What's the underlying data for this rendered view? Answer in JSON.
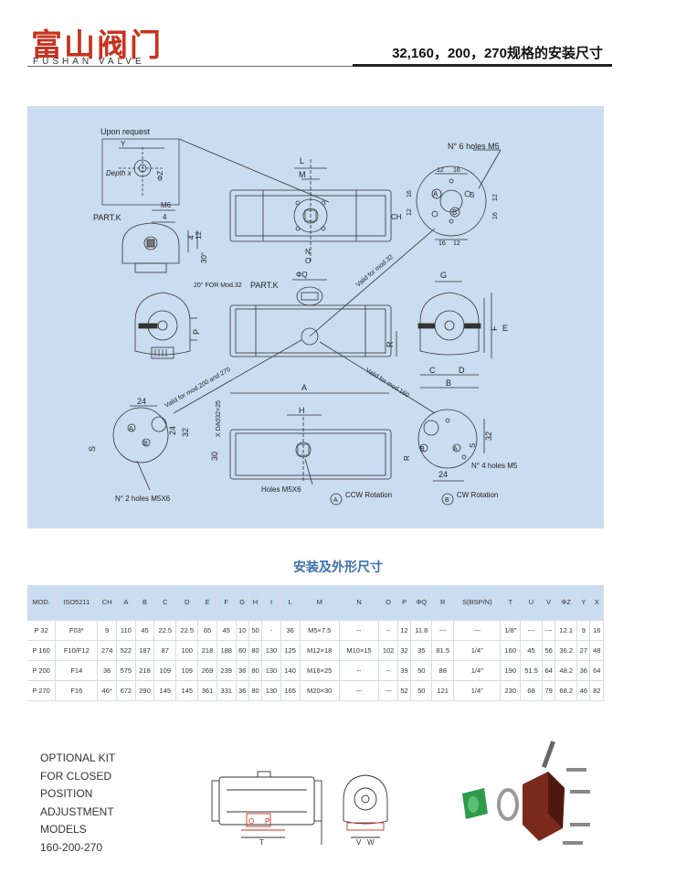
{
  "brand": {
    "name_cn": "富山阀门",
    "name_en": "FUSHAN VALVE",
    "color": "#c8321e"
  },
  "page_title": "32,160，200，270规格的安装尺寸",
  "drawing": {
    "upon_request": "Upon request",
    "y": "Y",
    "depth_x": "Depth x",
    "phi_z": "ΦZ",
    "part_k_1": "PART.K",
    "m6": "M6",
    "four": "4",
    "twelve": "12",
    "thirty_deg": "30°",
    "l": "L",
    "m": "M",
    "ch": "CH",
    "n": "N",
    "o": "O",
    "note_20deg": "20° FOR Mod.32",
    "phi_q": "ΦQ",
    "part_k_2": "PART.K",
    "holes_m5_6": "N° 6 holes M5",
    "d12": "12",
    "d16": "16",
    "s": "S",
    "a": "A",
    "b": "B",
    "valid_32": "Valid for mod.32",
    "valid_200_270": "Valid for mod.200 and 270",
    "valid_160": "Valid for mod.160",
    "p": "P",
    "r": "R",
    "g": "G",
    "e": "E",
    "f": "F",
    "c": "C",
    "d": "D",
    "d24": "24",
    "d32": "32",
    "d30": "30",
    "h": "H",
    "a_dim": "A",
    "x_dash": "X DA032×25",
    "holes_m5x6": "Holes M5X6",
    "holes_2_m5x6": "N° 2 holes M5X6",
    "holes_4_m5": "N° 4 holes M5",
    "ccw": "CCW Rotation",
    "cw": "CW Rotation"
  },
  "table": {
    "title": "安装及外形尺寸",
    "headers": [
      "MOD.",
      "ISO5211",
      "CH",
      "A",
      "B",
      "C",
      "D",
      "E",
      "F",
      "G",
      "H",
      "I",
      "L",
      "M",
      "N",
      "O",
      "P",
      "ΦQ",
      "R",
      "S(BSP/N)",
      "T",
      "U",
      "V",
      "ΦZ",
      "Y",
      "X"
    ],
    "rows": [
      [
        "P 32",
        "F03*",
        "9",
        "110",
        "45",
        "22.5",
        "22.5",
        "65",
        "45",
        "10",
        "50",
        "-",
        "36",
        "M5×7.5",
        "--",
        "--",
        "12",
        "11.8",
        "---",
        "---",
        "1/8\"",
        "---",
        "---",
        "12.1",
        "9",
        "16"
      ],
      [
        "P 160",
        "F10/F12",
        "274",
        "522",
        "187",
        "87",
        "100",
        "218",
        "188",
        "60",
        "80",
        "130",
        "125",
        "M12×18",
        "M10×15",
        "102",
        "32",
        "35",
        "81.5",
        "1/4\"",
        "160",
        "45",
        "56",
        "36.2",
        "27",
        "48"
      ],
      [
        "P 200",
        "F14",
        "36",
        "575",
        "218",
        "109",
        "109",
        "269",
        "239",
        "36",
        "80",
        "130",
        "140",
        "M16×25",
        "--",
        "--",
        "39",
        "50",
        "88",
        "1/4\"",
        "190",
        "51.5",
        "64",
        "48.2",
        "36",
        "64"
      ],
      [
        "P 270",
        "F16",
        "46*",
        "672",
        "290",
        "145",
        "145",
        "361",
        "331",
        "36",
        "80",
        "130",
        "165",
        "M20×30",
        "---",
        "---",
        "52",
        "50",
        "121",
        "1/4\"",
        "230",
        "68",
        "79",
        "68.2",
        "46",
        "82"
      ]
    ]
  },
  "kit": {
    "lines": [
      "OPTIONAL KIT",
      "FOR CLOSED",
      "POSITION",
      "ADJUSTMENT",
      "MODELS",
      "160-200-270"
    ],
    "o": "O",
    "p": "P",
    "t": "T",
    "v": "V",
    "w": "W"
  },
  "colors": {
    "panel": "#c9dcf0",
    "line": "#333333",
    "table_header": "#c9dcf0",
    "table_title": "#3a6fb0"
  }
}
